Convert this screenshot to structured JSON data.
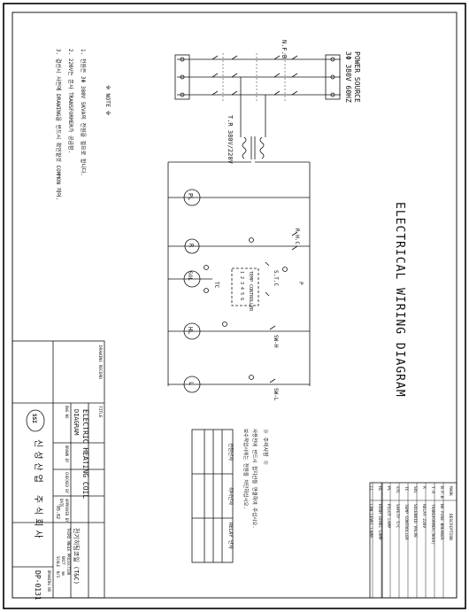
{
  "drawing": {
    "title": "ELECTRICAL WIRING DIAGRAM",
    "power_source": "POWER SOURCE",
    "power_spec": "3Φ 380V 60HZ",
    "breaker_tag": "N.F.B",
    "transformer_tag": "T.R 380V/220V",
    "note_heading": "※ NOTE ※",
    "notes": [
      "1. 전원은 3Φ 380V 5KVA의 전원을 필요로 합니다.",
      "2. 220V는 본사 TRANSFORMER가 공급함.",
      "3. 결선시 사전에 DRAWING을 반드시 확인할것 COMMON 제어."
    ],
    "component_tags": {
      "pl": "PL",
      "r": "R",
      "sol": "SOL",
      "hl": "HL",
      "l": "L",
      "r_contact": "R.H.C",
      "tc": "TC",
      "stc": "S.T.C",
      "controller": "TEMP CONTROLLER",
      "cont_pins": "1 2 3 4 5 6",
      "sw_h": "SW-H",
      "sw_l": "SW-L",
      "p": "P"
    },
    "caution": {
      "heading": "※ 주의사항 ※",
      "lines": [
        "사용전에 반드시 접지선을 연결하여 주십시오.",
        "보수작업시에는 전원을 차단하십시오."
      ]
    }
  },
  "legend_table": {
    "header": [
      "MARK",
      "DESCRIPTION"
    ],
    "rows": [
      [
        "N.F.B",
        "NO FUSE BREAKER"
      ],
      [
        "T.R",
        "TRANSFORMER(5KVA)"
      ],
      [
        "R",
        "RELAY 220V"
      ],
      [
        "SOL",
        "SOLENOID VALVE"
      ],
      [
        "TC",
        "TEMP CONTROLLER"
      ],
      [
        "STC",
        "SAFETY T/C"
      ],
      [
        "PL",
        "PILOT LAMP"
      ],
      [
        "HL",
        "HIGH LEVEL LAMP"
      ],
      [
        "LL",
        "LOW LEVEL LAMP"
      ]
    ]
  },
  "terminal_box": {
    "headers": [
      "전원단자",
      "히터단자",
      "RELAY 단자"
    ],
    "rows": 4
  },
  "title_block": {
    "company_note": "DRAWING RECORD",
    "title_label": "TITLE",
    "title": "ELECTRIC HEATING COIL",
    "subtitle": "DIAGRAM",
    "product_name": "전기히팅코일 (T&C)",
    "maker_name": "신성산업 주식회사",
    "dwg_no_label": "DWG NO",
    "drawn_label": "DRAWN BY",
    "checked_label": "CHECKED BY",
    "approved_label": "APPROVED BY",
    "date_label": "DATE",
    "date": "'05.02",
    "scale_label": "SCALE",
    "scale": "N/S",
    "unit_label": "UNIT",
    "unit": "mm",
    "third_angle": "THIRD ANGLE PROJECTION",
    "drawing_no_label": "DRAWING NO",
    "drawing_no": "DP-0131",
    "logo_text": "SSI"
  }
}
